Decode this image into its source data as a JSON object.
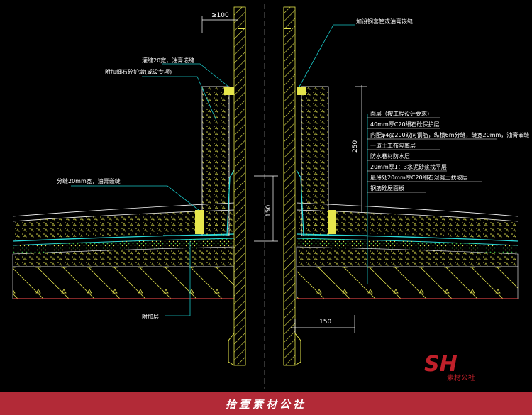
{
  "drawing": {
    "dimensions": {
      "top_gap": "≥100",
      "riser_height": "150",
      "right_stack_height": "250",
      "bottom_offset": "150"
    },
    "labels_left": {
      "mastic_seal_top": "灌缝20宽，油膏嵌缝",
      "fine_stone_concrete": "附加细石砼护墩(或设专项)",
      "slot_seal": "分缝20mm宽，油膏嵌缝",
      "sand_layer": "附加层"
    },
    "labels_right": {
      "top_sleeve": "加设钢套管或油膏嵌缝",
      "layers": [
        "面层（按工程设计要求）",
        "40mm厚C20细石砼保护层",
        "内配φ4@200双向钢筋，纵横6m分缝，缝宽20mm，油膏嵌缝",
        "一道土工布隔离层",
        "防水卷材防水层",
        "20mm厚1：3水泥砂浆找平层",
        "最薄处20mm厚C20细石混凝土找坡层",
        "钢筋砼屋面板"
      ]
    }
  },
  "logo": {
    "mark": "SH",
    "caption": "素材公社"
  },
  "footer": {
    "banner": "拾壹素材公社"
  },
  "colors": {
    "background": "#000000",
    "pipe": "#e6e64c",
    "layers": "#2ad9d9",
    "insulation": "#2d9c2d",
    "concrete": "#d8d84a",
    "leader": "#19c6c6",
    "slab_edge": "#d44040",
    "footer_bar": "#b22a37"
  }
}
